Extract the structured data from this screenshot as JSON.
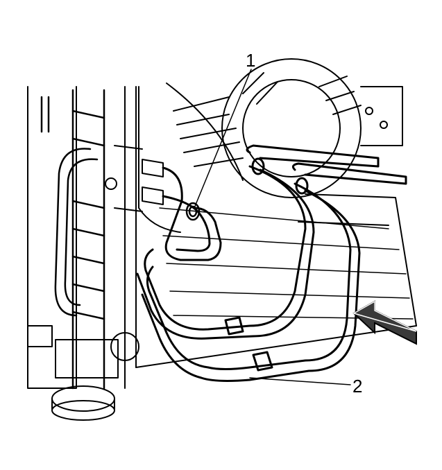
{
  "diagram": {
    "callouts": [
      {
        "id": "1",
        "label": "1"
      },
      {
        "id": "2",
        "label": "2"
      }
    ],
    "colors": {
      "line": "#000000",
      "background": "#ffffff",
      "shade": "#3a3a3a"
    }
  }
}
